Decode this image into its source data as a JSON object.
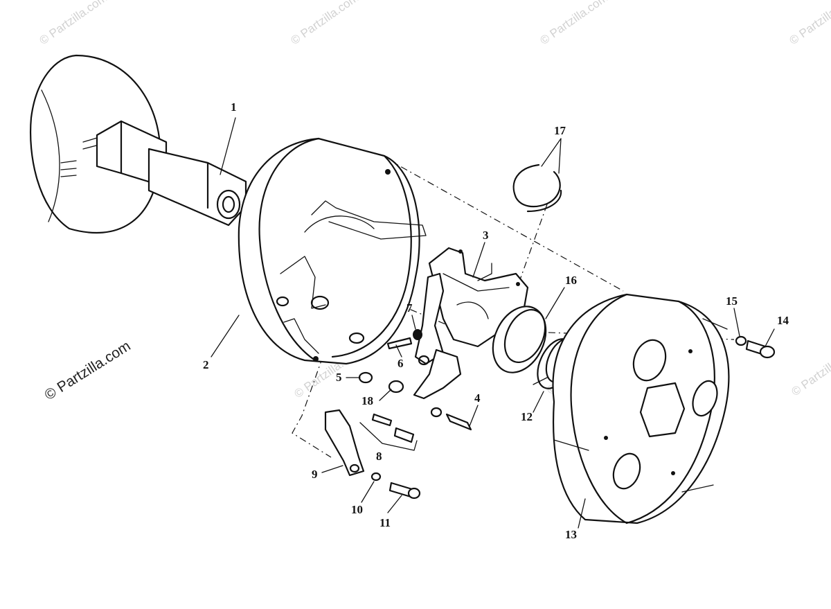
{
  "diagram": {
    "callouts": [
      {
        "id": "1",
        "label": "1"
      },
      {
        "id": "2",
        "label": "2"
      },
      {
        "id": "3",
        "label": "3"
      },
      {
        "id": "4",
        "label": "4"
      },
      {
        "id": "5",
        "label": "5"
      },
      {
        "id": "6",
        "label": "6"
      },
      {
        "id": "7",
        "label": "7"
      },
      {
        "id": "8",
        "label": "8"
      },
      {
        "id": "9",
        "label": "9"
      },
      {
        "id": "10",
        "label": "10"
      },
      {
        "id": "11",
        "label": "11"
      },
      {
        "id": "12",
        "label": "12"
      },
      {
        "id": "13",
        "label": "13"
      },
      {
        "id": "14",
        "label": "14"
      },
      {
        "id": "15",
        "label": "15"
      },
      {
        "id": "16",
        "label": "16"
      },
      {
        "id": "17",
        "label": "17"
      },
      {
        "id": "18",
        "label": "18"
      }
    ]
  },
  "watermarks": {
    "primary": "© Partzilla.com",
    "faint": "© Partzilla.com"
  }
}
